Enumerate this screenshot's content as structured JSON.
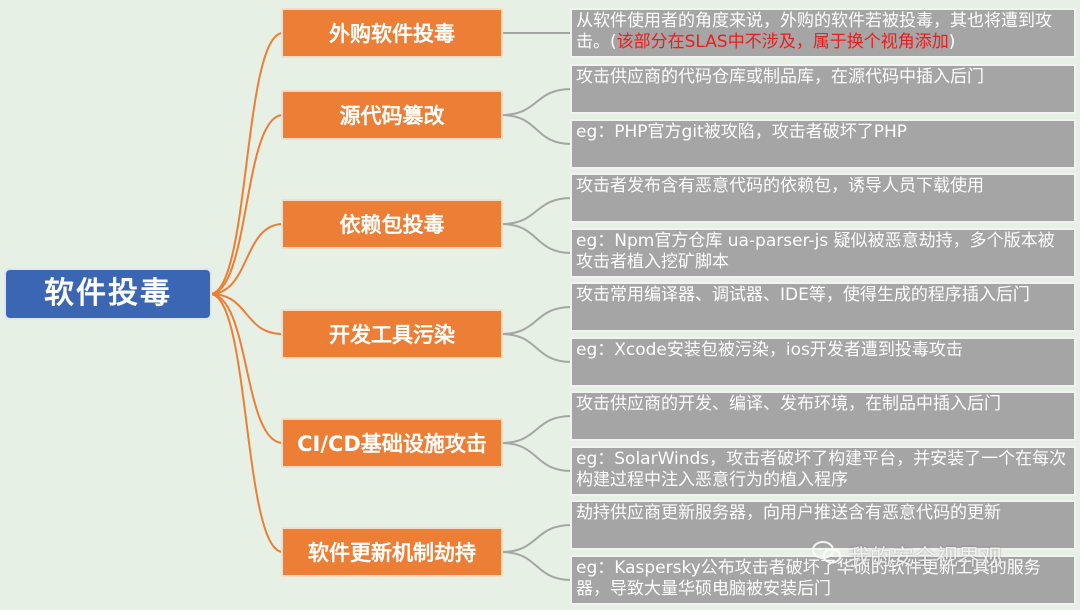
{
  "root": {
    "label": "软件投毒"
  },
  "branches": [
    {
      "label": "外购软件投毒"
    },
    {
      "label": "源代码篡改"
    },
    {
      "label": "依赖包投毒"
    },
    {
      "label": "开发工具污染"
    },
    {
      "label": "CI/CD基础设施攻击"
    },
    {
      "label": "软件更新机制劫持"
    }
  ],
  "leaves": {
    "outsourced": {
      "text": "从软件使用者的角度来说，外购的软件若被投毒，其也将遭到攻击。(",
      "note": "该部分在SLAS中不涉及，属于换个视角添加",
      "suffix": ")"
    },
    "source_1": "攻击供应商的代码仓库或制品库，在源代码中插入后门",
    "source_2": "eg：PHP官方git被攻陷，攻击者破坏了PHP",
    "dep_1": "攻击者发布含有恶意代码的依赖包，诱导人员下载使用",
    "dep_2": "eg：Npm官方仓库 ua-parser-js 疑似被恶意劫持，多个版本被攻击者植入挖矿脚本",
    "tool_1": "攻击常用编译器、调试器、IDE等，使得生成的程序插入后门",
    "tool_2": "eg：Xcode安装包被污染，ios开发者遭到投毒攻击",
    "cicd_1": "攻击供应商的开发、编译、发布环境，在制品中插入后门",
    "cicd_2": "eg：SolarWinds，攻击者破坏了构建平台，并安装了一个在每次构建过程中注入恶意行为的植入程序",
    "update_1": "劫持供应商更新服务器，向用户推送含有恶意代码的更新",
    "update_2": "eg：Kaspersky公布攻击者破坏了华硕的软件更新工具的服务器，导致大量华硕电脑被安装后门"
  },
  "watermark": {
    "text": "我的安全视界观",
    "icon": "wechat-icon"
  },
  "colors": {
    "background": "#e7f0e5",
    "root": "#3b66b3",
    "branch": "#ec7f35",
    "leaf": "#a5a5a5",
    "connector_root": "#ec7f35",
    "connector_leaf": "#a5a5a5",
    "note": "#ee1c1c"
  }
}
